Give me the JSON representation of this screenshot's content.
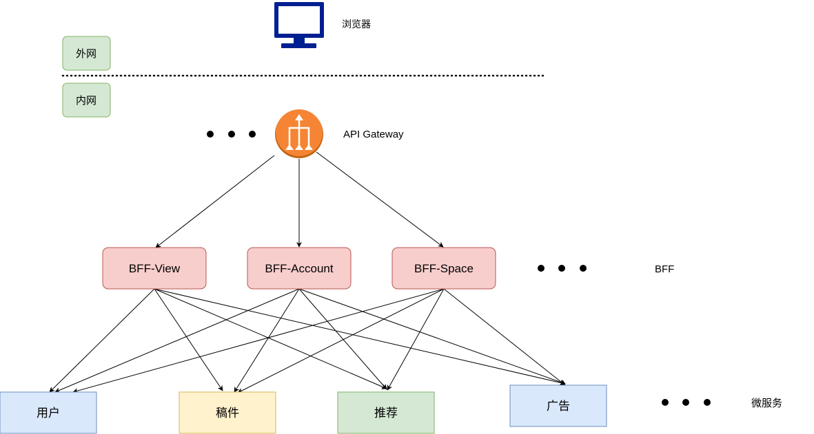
{
  "labels": {
    "browser": "浏览器",
    "external_net": "外网",
    "internal_net": "内网",
    "api_gateway": "API Gateway",
    "bff_layer": "BFF",
    "microservices_layer": "微服务"
  },
  "bff_nodes": [
    {
      "label": "BFF-View"
    },
    {
      "label": "BFF-Account"
    },
    {
      "label": "BFF-Space"
    }
  ],
  "services": [
    {
      "label": "用户"
    },
    {
      "label": "稿件"
    },
    {
      "label": "推荐"
    },
    {
      "label": "广告"
    }
  ],
  "colors": {
    "browser_icon": "#001f91",
    "net_box_fill": "#d5e8d4",
    "net_box_stroke": "#82b366",
    "gateway_fill": "#f58534",
    "bff_fill": "#f8cecc",
    "bff_stroke": "#b85450",
    "svc_blue_fill": "#dae8fc",
    "svc_blue_stroke": "#6c8ebf",
    "svc_yellow_fill": "#fff2cc",
    "svc_yellow_stroke": "#d6b656",
    "svc_green_fill": "#d5e8d4",
    "svc_green_stroke": "#82b366"
  }
}
